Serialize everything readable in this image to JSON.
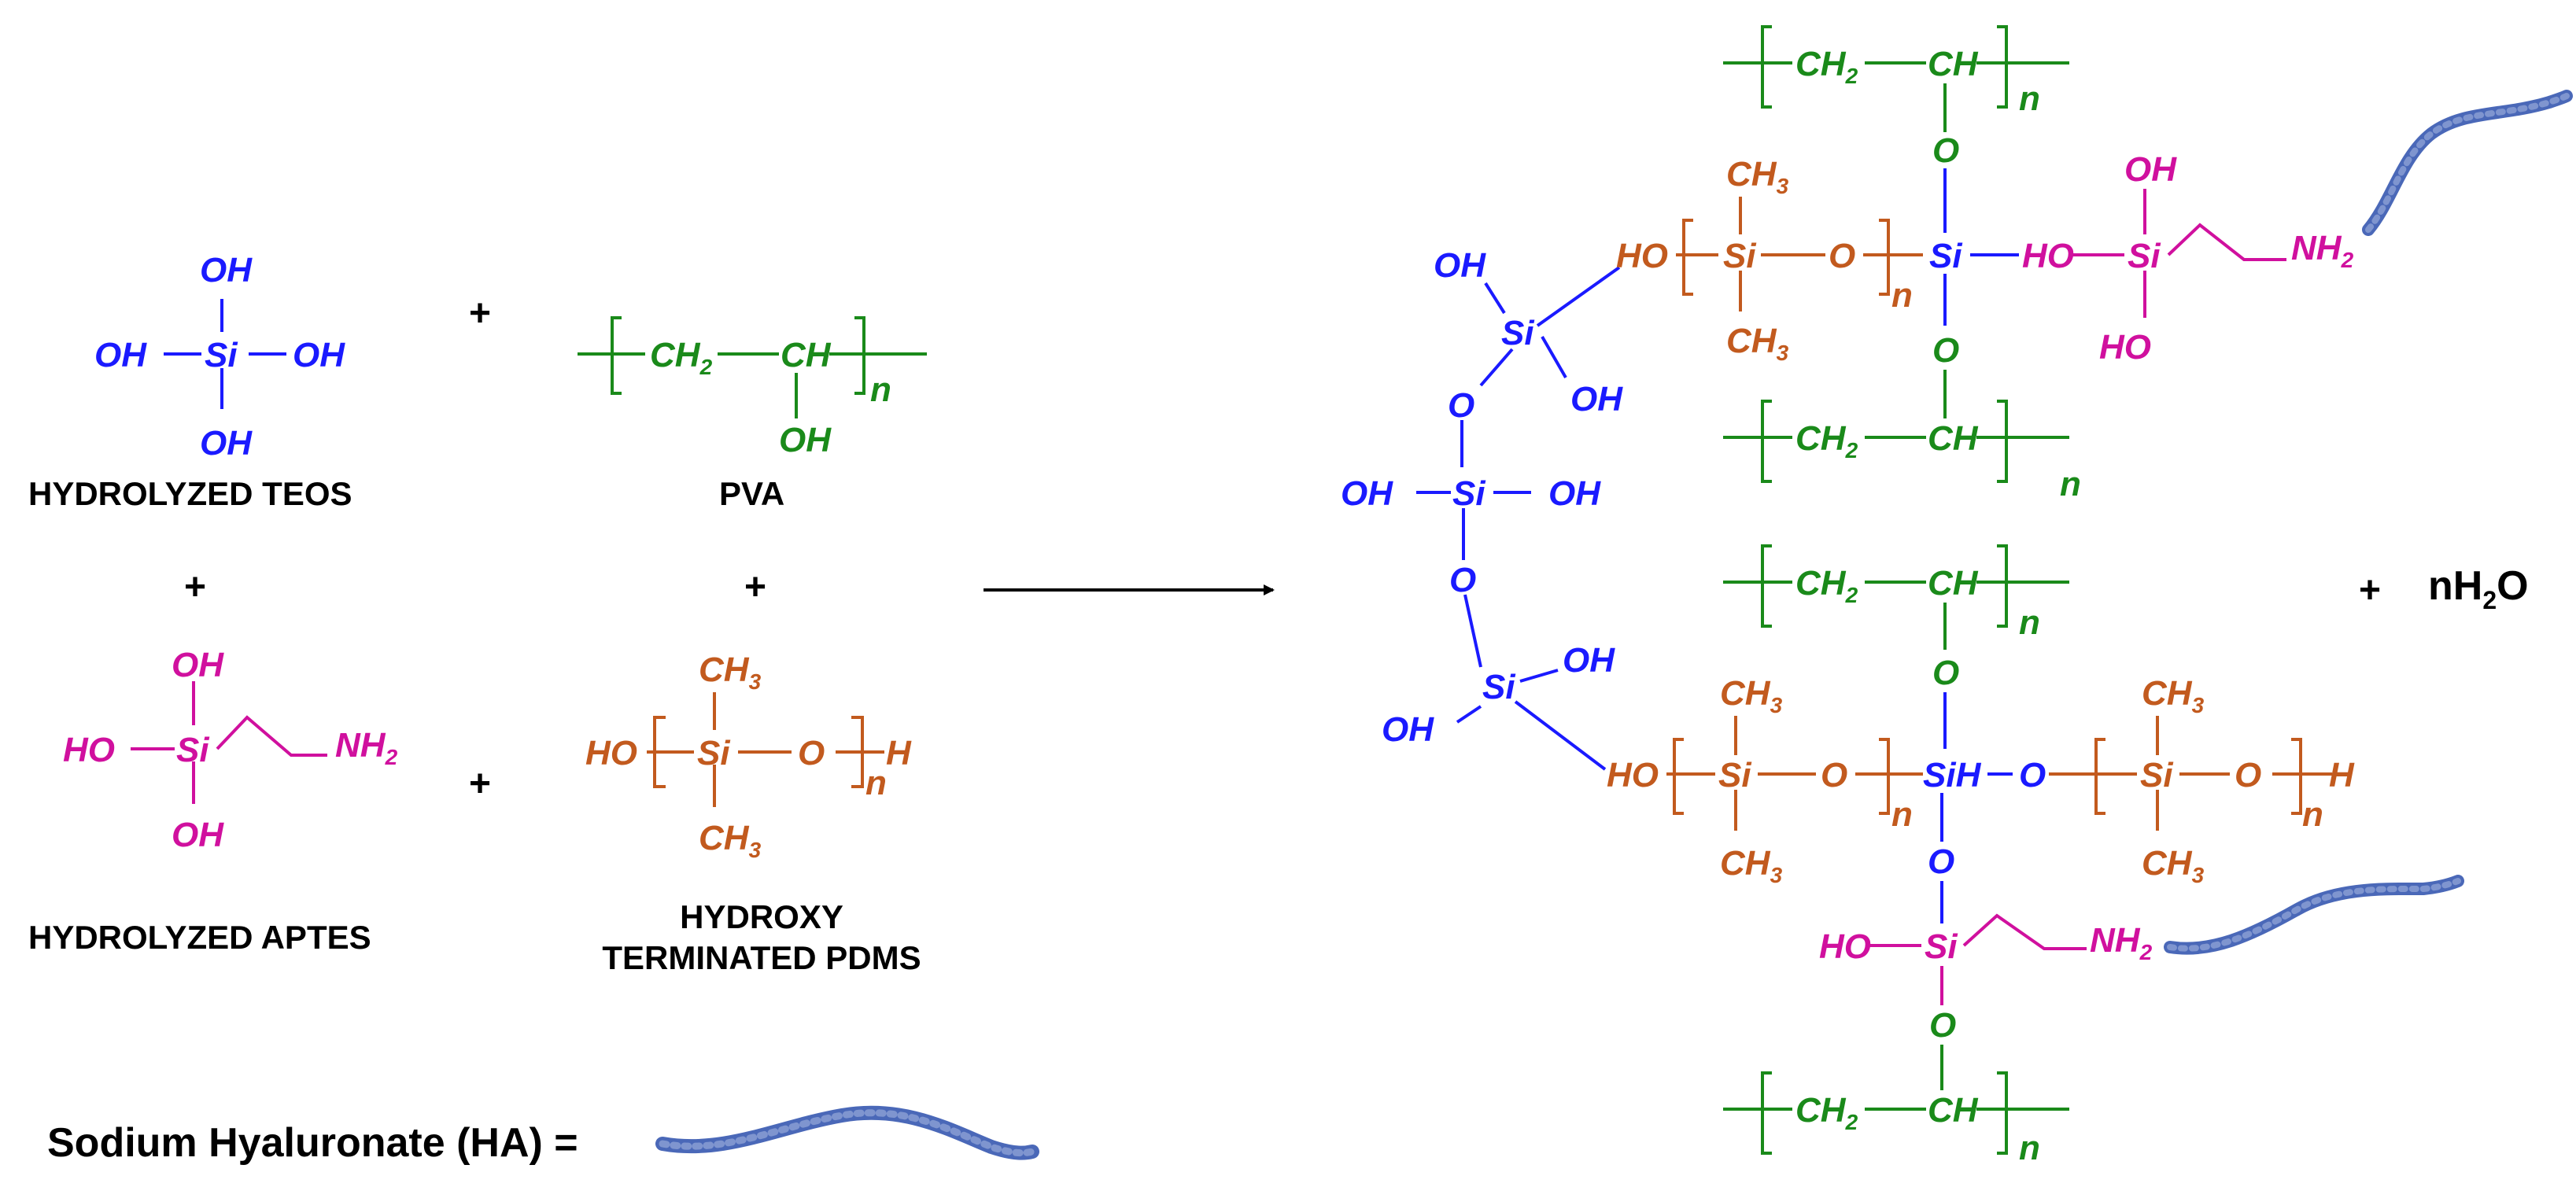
{
  "colors": {
    "teos": "#1a1aff",
    "pva": "#1a8a1a",
    "aptes": "#d0109e",
    "pdms": "#c25a1e",
    "ha_chain": "#4a68b8",
    "ha_chain_light": "#7f95cf",
    "text": "#000000"
  },
  "atoms": {
    "OH": "OH",
    "HO": "HO",
    "Si": "Si",
    "O": "O",
    "H": "H",
    "CH": "CH",
    "CH2": "CH",
    "CH3": "CH",
    "NH2": "NH",
    "SiH": "SiH",
    "n": "n",
    "sub2": "2",
    "sub3": "3"
  },
  "labels": {
    "teos": "HYDROLYZED TEOS",
    "pva": "PVA",
    "aptes": "HYDROLYZED APTES",
    "pdms_line1": "HYDROXY",
    "pdms_line2": "TERMINATED PDMS",
    "ha_legend": "Sodium Hyaluronate (HA) =",
    "plus": "+",
    "water_prefix": "nH",
    "water_sub": "2",
    "water_suffix": "O"
  },
  "icons": [
    "reaction-arrow-icon",
    "hyaluronate-chain-icon"
  ]
}
